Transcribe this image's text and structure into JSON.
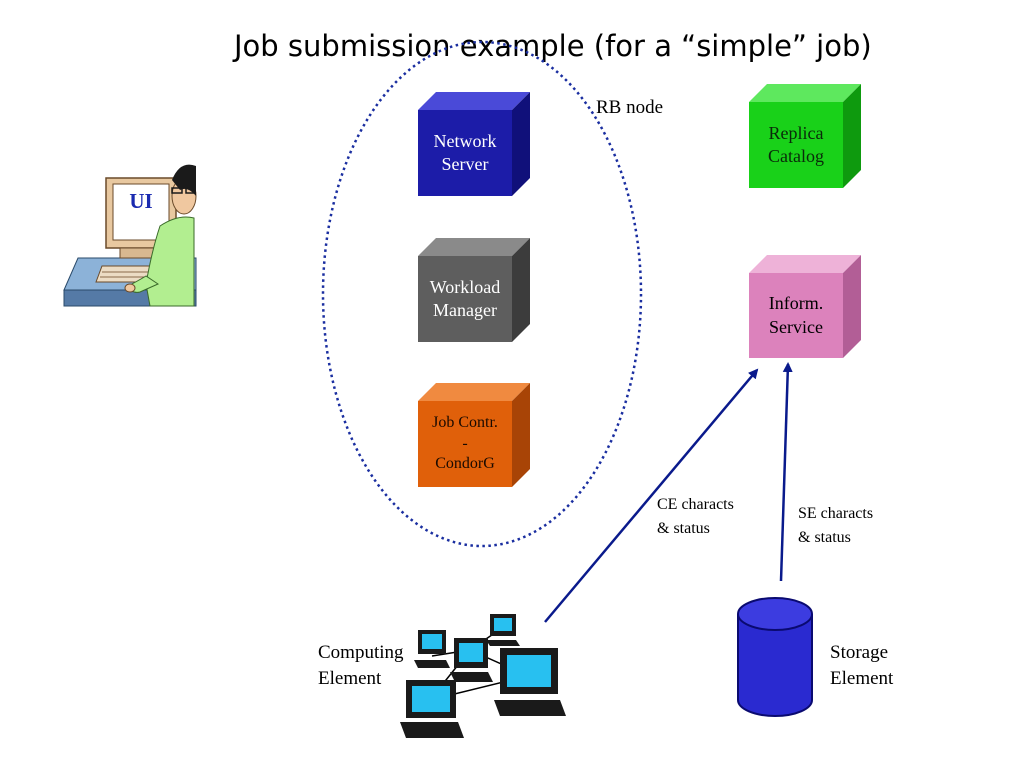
{
  "title": "Job submission example (for a “simple” job)",
  "rb_node": {
    "label": "RB node"
  },
  "ui": {
    "label": "UI"
  },
  "components": {
    "network_server": {
      "line1": "Network",
      "line2": "Server",
      "color": "#1c1ca8"
    },
    "workload_manager": {
      "line1": "Workload",
      "line2": "Manager",
      "color": "#5e5e5e"
    },
    "job_controller": {
      "line1": "Job Contr.",
      "line2": "-",
      "line3": "CondorG",
      "color": "#e0600a"
    },
    "replica_catalog": {
      "line1": "Replica",
      "line2": "Catalog",
      "color": "#19d119"
    },
    "inform_service": {
      "line1": "Inform.",
      "line2": "Service",
      "color": "#dc82bc"
    }
  },
  "computing_element": {
    "line1": "Computing",
    "line2": "Element"
  },
  "storage_element": {
    "line1": "Storage",
    "line2": "Element",
    "color": "#2a2ad0"
  },
  "arrows": {
    "ce": {
      "line1": "CE characts",
      "line2": "& status"
    },
    "se": {
      "line1": "SE characts",
      "line2": "& status"
    }
  },
  "colors": {
    "arrow": "#0a1a8c",
    "rb_ellipse": "#1a2ea0",
    "ui_text": "#1a2ab0"
  }
}
